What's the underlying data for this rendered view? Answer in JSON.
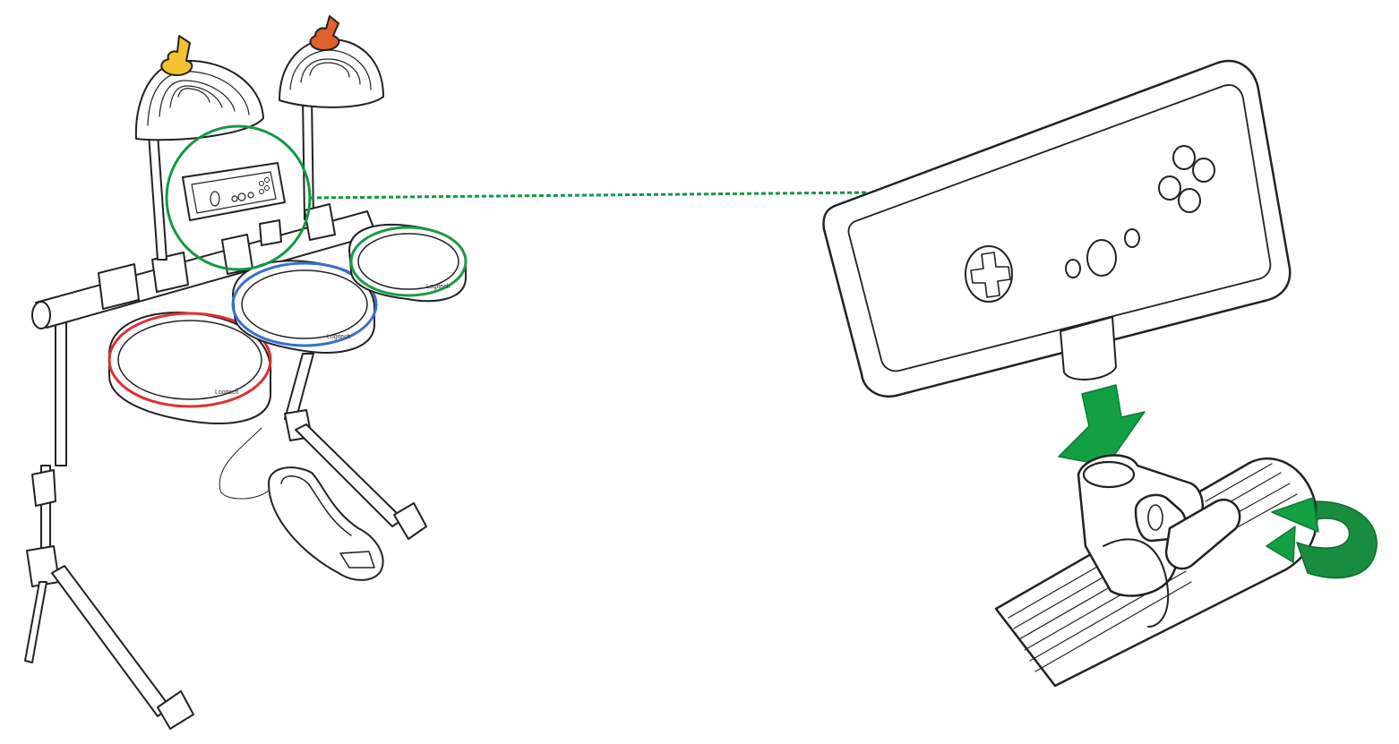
{
  "diagram": {
    "callout_color": "#119944",
    "arrow_color": "#13A043",
    "rotate_arrow_color": "#1a8c3f",
    "outline_color": "#222222",
    "pads": {
      "red": {
        "color": "#e03034",
        "brand": "Logitech"
      },
      "blue": {
        "color": "#3b6fd0",
        "brand": "Logitech"
      },
      "green": {
        "color": "#1a9a46",
        "brand": "Logitech"
      }
    },
    "cymbals": {
      "left": {
        "knob_color": "#f2c230"
      },
      "right": {
        "knob_color": "#e0612a"
      }
    },
    "icons": {
      "detail_callout": "zoom-circle-icon",
      "insert_arrow": "down-arrow-icon",
      "rotate_arrow": "rotate-clockwise-icon",
      "dpad": "dpad-icon"
    }
  }
}
